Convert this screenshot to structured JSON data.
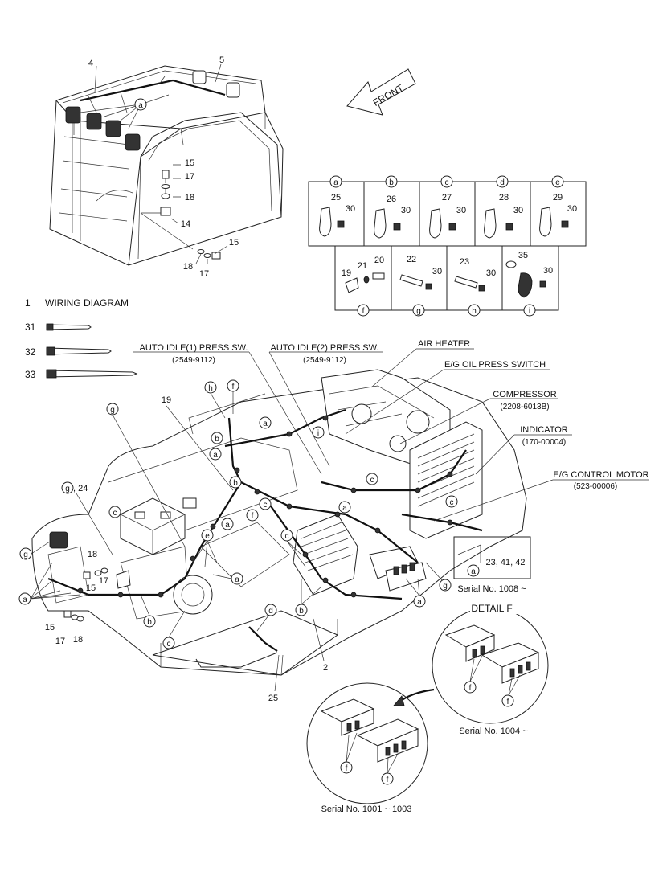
{
  "cab_callouts": {
    "c4": "4",
    "c5": "5",
    "a": "a",
    "c15a": "15",
    "c17a": "17",
    "c18a": "18",
    "c14": "14",
    "c15b": "15",
    "c18b": "18",
    "c17b": "17"
  },
  "front_label": "FRONT",
  "clip_table": {
    "top": [
      {
        "letter": "a",
        "part": "25",
        "nut": "30"
      },
      {
        "letter": "b",
        "part": "26",
        "nut": "30"
      },
      {
        "letter": "c",
        "part": "27",
        "nut": "30"
      },
      {
        "letter": "d",
        "part": "28",
        "nut": "30"
      },
      {
        "letter": "e",
        "part": "29",
        "nut": "30"
      }
    ],
    "bottom": [
      {
        "letter": "f",
        "parts": [
          "19",
          "21",
          "20"
        ]
      },
      {
        "letter": "g",
        "parts": [
          "22",
          "30"
        ]
      },
      {
        "letter": "h",
        "parts": [
          "23",
          "30"
        ]
      },
      {
        "letter": "i",
        "parts": [
          "35",
          "30"
        ]
      }
    ]
  },
  "wiring_diagram": {
    "num": "1",
    "label": "WIRING DIAGRAM"
  },
  "ties": [
    "31",
    "32",
    "33"
  ],
  "labels": {
    "auto_idle1": "AUTO IDLE(1) PRESS SW.",
    "auto_idle1_pn": "(2549-9112)",
    "auto_idle2": "AUTO IDLE(2) PRESS SW.",
    "auto_idle2_pn": "(2549-9112)",
    "air_heater": "AIR HEATER",
    "oil_press": "E/G OIL PRESS SWITCH",
    "compressor": "COMPRESSOR",
    "compressor_pn": "(2208-6013B)",
    "indicator": "INDICATOR",
    "indicator_pn": "(170-00004)",
    "control_motor": "E/G CONTROL MOTOR",
    "control_motor_pn": "(523-00006)"
  },
  "main_callouts": {
    "c19": "19",
    "h": "h",
    "f": "f",
    "g": "g",
    "a": "a",
    "b": "b",
    "c": "c",
    "d": "d",
    "e": "e",
    "i": "i",
    "g24": "g",
    "c24": ", 24",
    "c18": "18",
    "c15": "15",
    "c17": "17",
    "c2": "2",
    "c25": "25",
    "c15c": "15",
    "c17c": "17",
    "c18c": "18"
  },
  "serial_1008": {
    "parts": "23, 41, 42",
    "letter": "a",
    "serial": "Serial No. 1008 ~"
  },
  "detail_f": {
    "title": "DETAIL  F",
    "serial": "Serial No. 1004 ~",
    "letter": "f"
  },
  "detail_old": {
    "serial": "Serial No. 1001 ~ 1003",
    "letter": "f"
  }
}
